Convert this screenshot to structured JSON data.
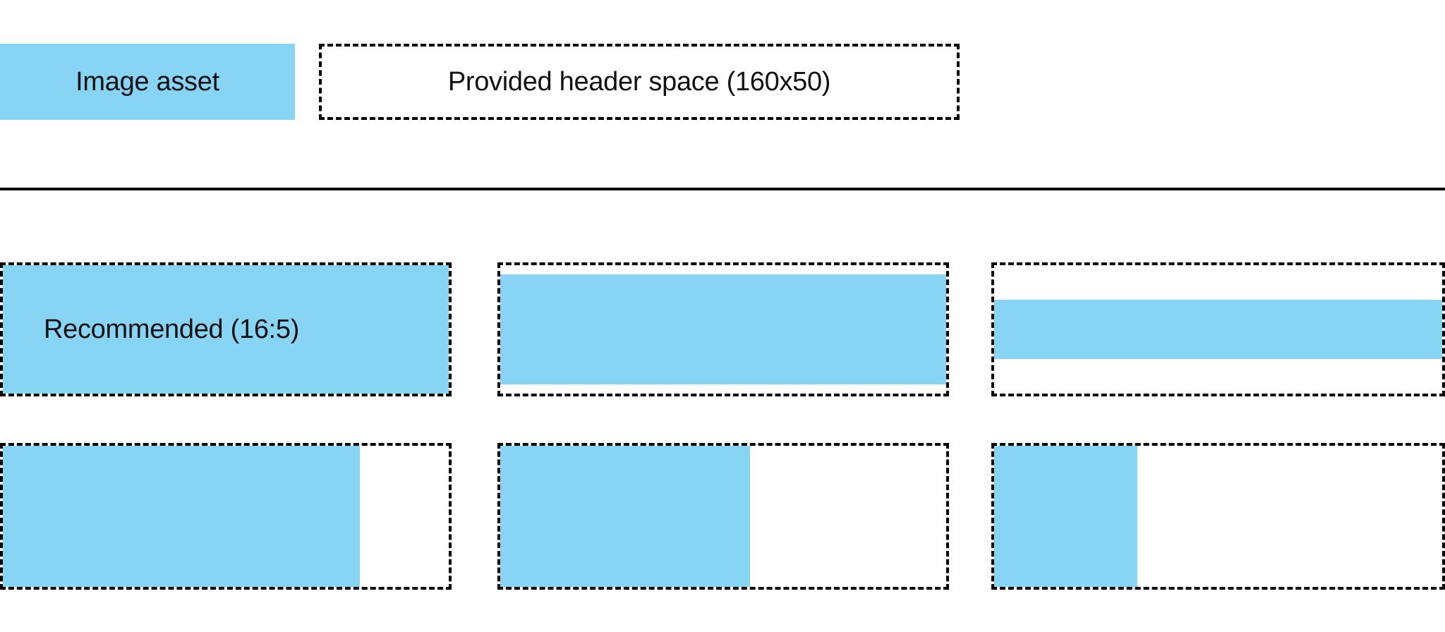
{
  "header": {
    "asset_swatch_label": "Image asset",
    "provided_space_label": "Provided header space (160x50)"
  },
  "grid": {
    "recommended_label": "Recommended (16:5)",
    "rows": [
      {
        "cells": [
          {
            "fill_left_pct": 0,
            "fill_top_pct": 0,
            "fill_width_pct": 100,
            "fill_height_pct": 100
          },
          {
            "fill_left_pct": 0,
            "fill_top_pct": 7,
            "fill_width_pct": 100,
            "fill_height_pct": 86
          },
          {
            "fill_left_pct": 0,
            "fill_top_pct": 27,
            "fill_width_pct": 100,
            "fill_height_pct": 46
          }
        ]
      },
      {
        "cells": [
          {
            "fill_left_pct": 0,
            "fill_top_pct": 0,
            "fill_width_pct": 80,
            "fill_height_pct": 100
          },
          {
            "fill_left_pct": 0,
            "fill_top_pct": 0,
            "fill_width_pct": 56,
            "fill_height_pct": 100
          },
          {
            "fill_left_pct": 0,
            "fill_top_pct": 0,
            "fill_width_pct": 32,
            "fill_height_pct": 100
          }
        ]
      }
    ]
  },
  "colors": {
    "fill": "#87d4f5",
    "outline": "#000000",
    "text": "#111111",
    "background": "#ffffff"
  }
}
